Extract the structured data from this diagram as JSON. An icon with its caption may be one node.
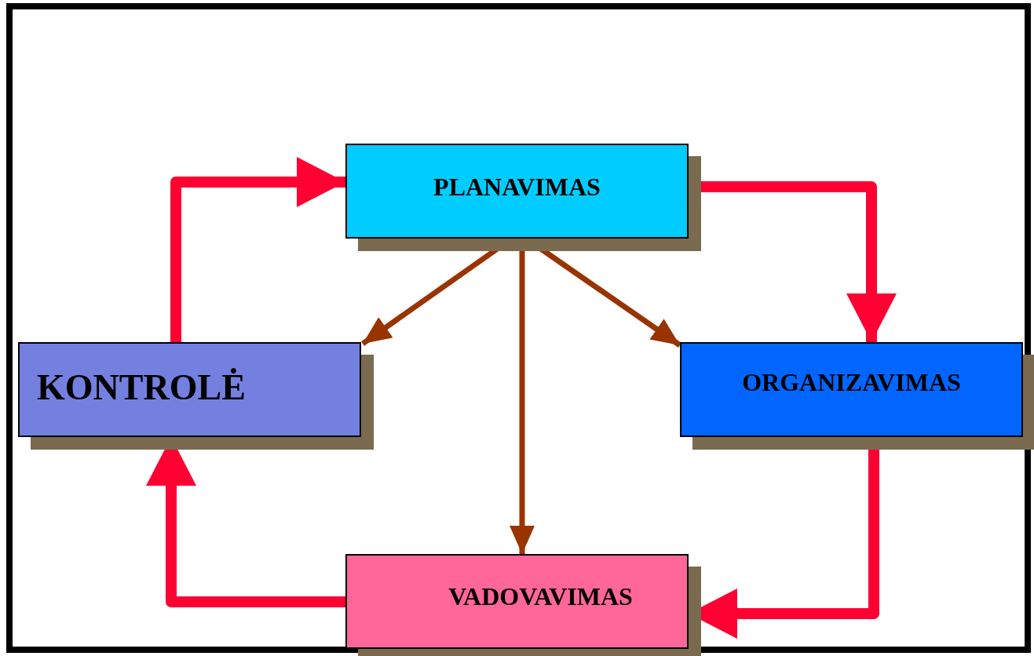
{
  "diagram": {
    "nodes": [
      {
        "text": [
          "PLANAVIMAS"
        ]
      },
      {
        "text": [
          "ORGANIZAVIMAS"
        ]
      },
      {
        "text": [
          "VADOVAVIMAS"
        ]
      },
      {
        "text": [
          "KONTROLĖ"
        ]
      }
    ],
    "edges": [
      {
        "from": 0,
        "to": 1,
        "arrow": "to"
      },
      {
        "from": 1,
        "to": 2,
        "arrow": "to"
      },
      {
        "from": 2,
        "to": 3,
        "arrow": "to"
      },
      {
        "from": 3,
        "to": 0,
        "arrow": "to"
      },
      {
        "from": 0,
        "to": 3,
        "arrow": "to",
        "color": "#993300"
      },
      {
        "from": 0,
        "to": 1,
        "arrow": "to",
        "color": "#993300"
      },
      {
        "from": 0,
        "to": 2,
        "arrow": "to",
        "color": "#993300"
      }
    ]
  }
}
